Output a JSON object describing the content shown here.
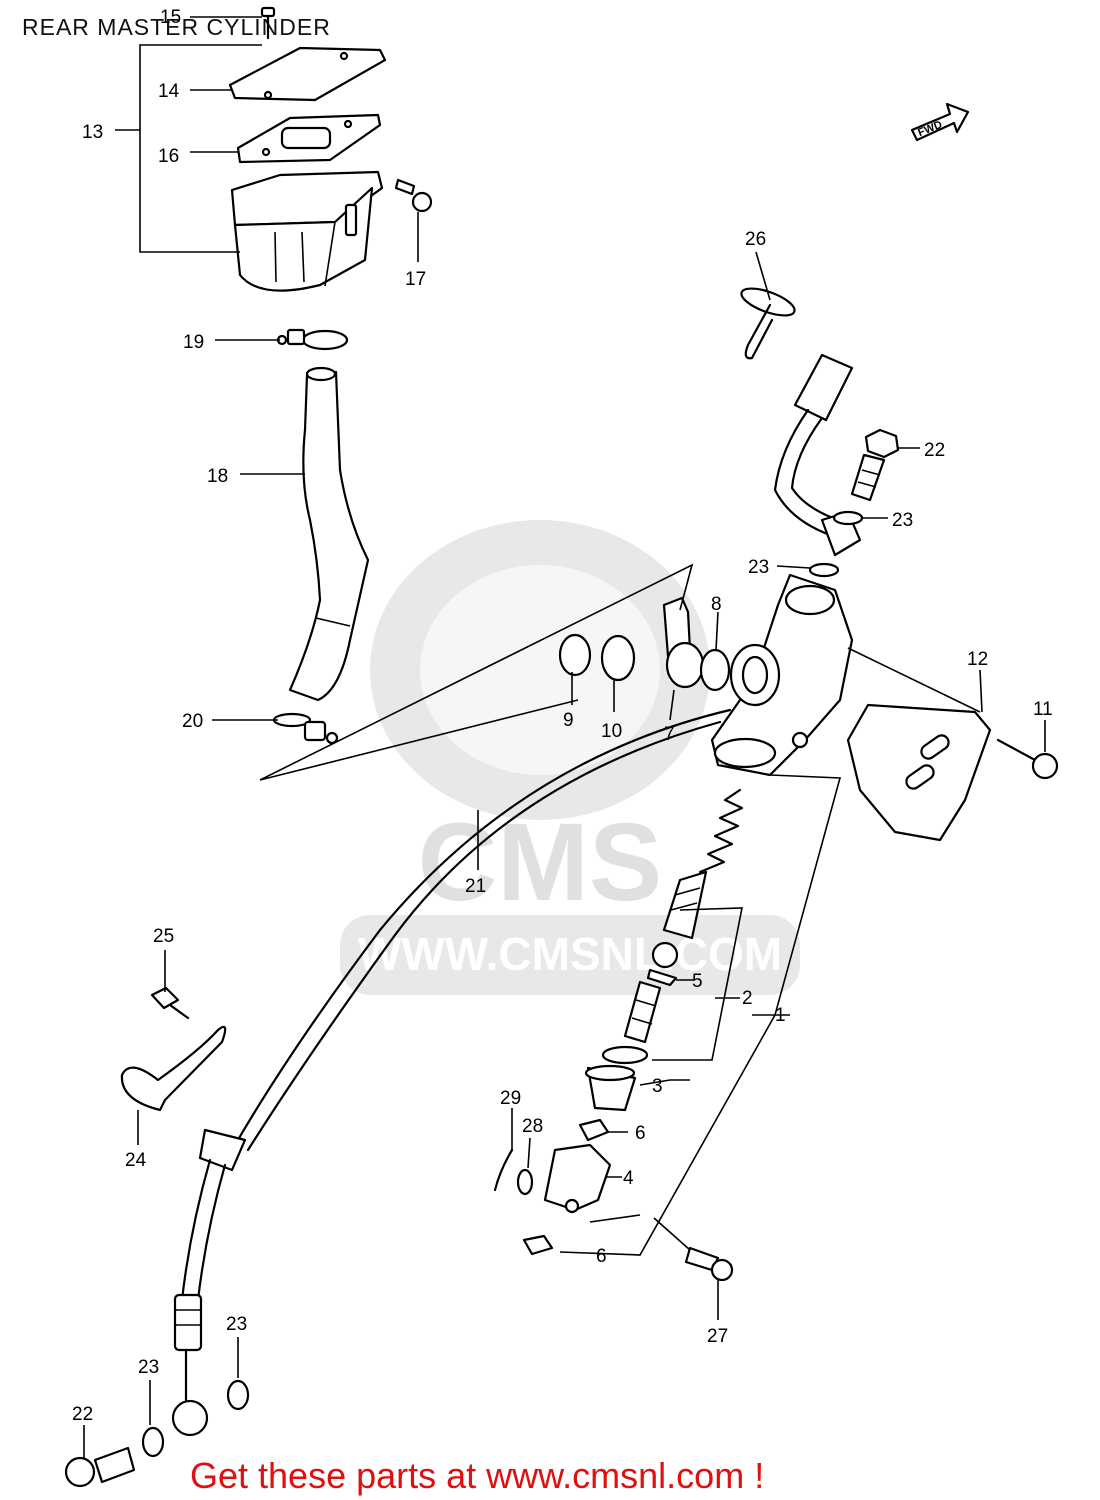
{
  "title": "REAR MASTER CYLINDER",
  "footer": "Get these parts at www.cmsnl.com !",
  "fwd_label": "FWD",
  "watermark": {
    "brand": "CMS",
    "url": "WWW.CMSNL.COM"
  },
  "callouts": [
    "15",
    "14",
    "13",
    "16",
    "17",
    "19",
    "18",
    "20",
    "26",
    "22",
    "23",
    "23",
    "8",
    "9",
    "10",
    "7",
    "12",
    "11",
    "21",
    "25",
    "5",
    "2",
    "1",
    "3",
    "29",
    "28",
    "6",
    "4",
    "6",
    "24",
    "27",
    "23",
    "23",
    "22"
  ],
  "colors": {
    "line": "#000000",
    "footer": "#e01010",
    "watermark": "#d6d6d6"
  }
}
